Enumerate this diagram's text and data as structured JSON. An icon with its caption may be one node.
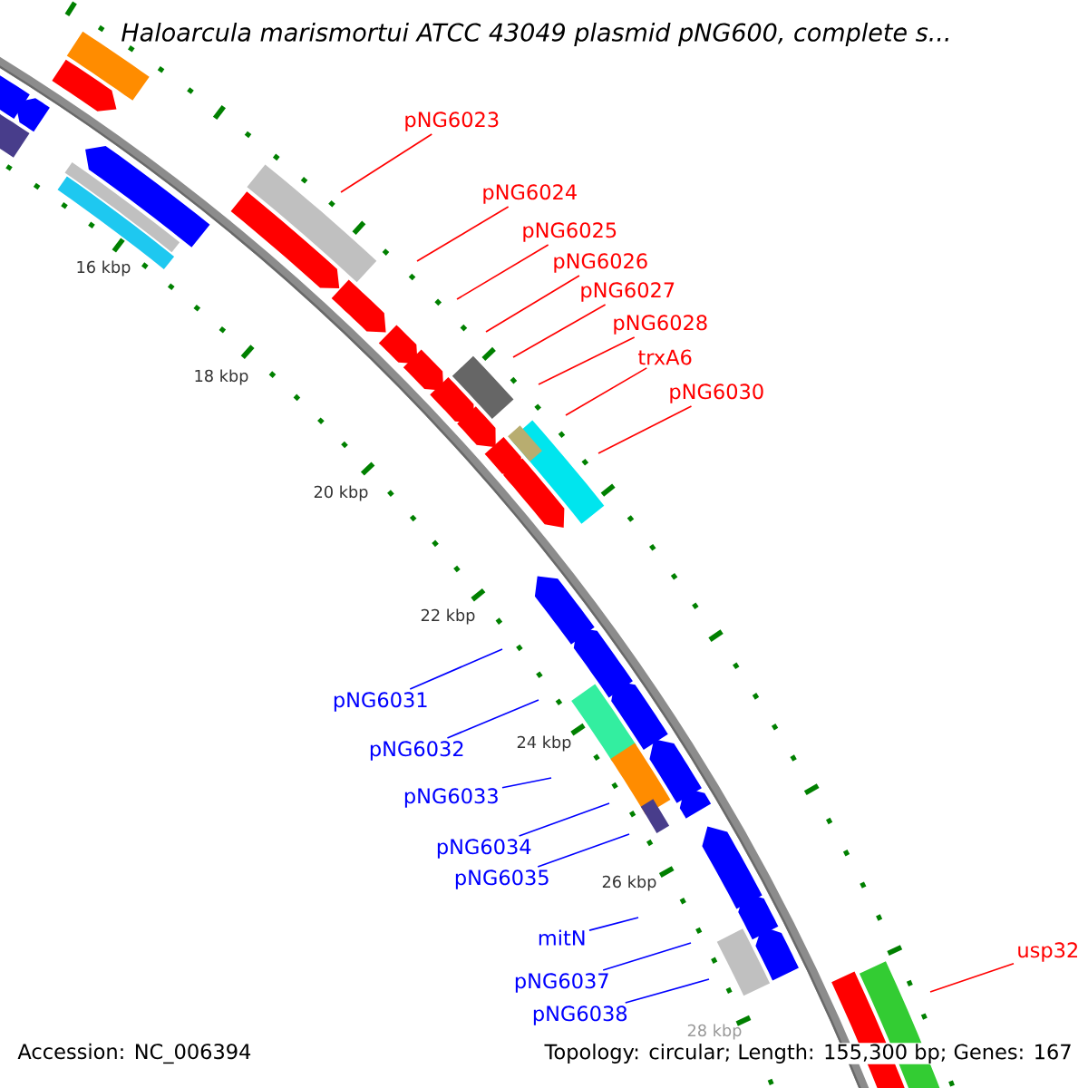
{
  "diagram": {
    "title": "Haloarcula marismortui ATCC 43049 plasmid pNG600, complete s...",
    "nodes": [
      {
        "text": [
          "pNG6023"
        ]
      },
      {
        "text": [
          "pNG6024"
        ]
      },
      {
        "text": [
          "pNG6025"
        ]
      },
      {
        "text": [
          "pNG6026"
        ]
      },
      {
        "text": [
          "pNG6027"
        ]
      },
      {
        "text": [
          "pNG6028"
        ]
      },
      {
        "text": [
          "trxA6"
        ]
      },
      {
        "text": [
          "pNG6030"
        ]
      },
      {
        "text": [
          "pNG6031"
        ]
      },
      {
        "text": [
          "pNG6032"
        ]
      },
      {
        "text": [
          "pNG6033"
        ]
      },
      {
        "text": [
          "pNG6034"
        ]
      },
      {
        "text": [
          "pNG6035"
        ]
      },
      {
        "text": [
          "mitN"
        ]
      },
      {
        "text": [
          "usp32"
        ]
      },
      {
        "text": [
          "pNG6037"
        ]
      },
      {
        "text": [
          "pNG6038"
        ]
      }
    ],
    "edges": [
      {
        "from": 0,
        "to": null,
        "arrow": "none"
      },
      {
        "from": 1,
        "to": null,
        "arrow": "none"
      },
      {
        "from": 2,
        "to": null,
        "arrow": "none"
      },
      {
        "from": 3,
        "to": null,
        "arrow": "none"
      },
      {
        "from": 4,
        "to": null,
        "arrow": "none"
      },
      {
        "from": 5,
        "to": null,
        "arrow": "none"
      },
      {
        "from": 6,
        "to": null,
        "arrow": "none"
      },
      {
        "from": 7,
        "to": null,
        "arrow": "none"
      },
      {
        "from": 8,
        "to": null,
        "arrow": "none",
        "color": "#0000ff"
      },
      {
        "from": 9,
        "to": null,
        "arrow": "none",
        "color": "#0000ff"
      },
      {
        "from": 10,
        "to": null,
        "arrow": "none",
        "color": "#0000ff"
      },
      {
        "from": 11,
        "to": null,
        "arrow": "none",
        "color": "#0000ff"
      },
      {
        "from": 12,
        "to": null,
        "arrow": "none",
        "color": "#0000ff"
      },
      {
        "from": 13,
        "to": null,
        "arrow": "none",
        "color": "#0000ff"
      },
      {
        "from": 14,
        "to": null,
        "arrow": "none"
      },
      {
        "from": 15,
        "to": null,
        "arrow": "none",
        "color": "#0000ff"
      },
      {
        "from": 16,
        "to": null,
        "arrow": "none",
        "color": "#0000ff"
      }
    ],
    "labels": [
      "16 kbp",
      "18 kbp",
      "20 kbp",
      "22 kbp",
      "24 kbp",
      "26 kbp",
      "28 kbp",
      "Accession: NC_006394",
      "Topology: circular; Length: 155,300 bp; Genes: 167"
    ]
  }
}
